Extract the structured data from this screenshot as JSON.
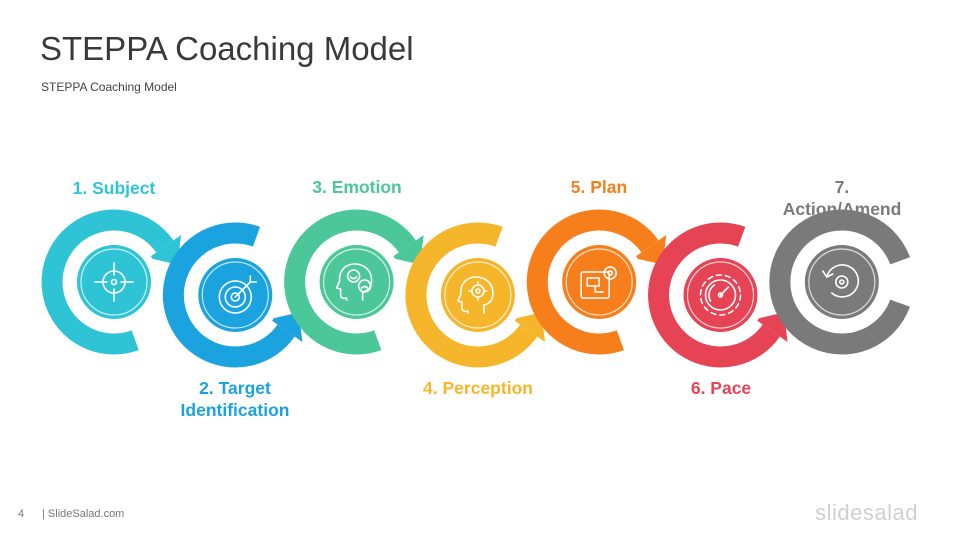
{
  "slide": {
    "title": "STEPPA Coaching Model",
    "subtitle": "STEPPA Coaching Model",
    "page_number": "4",
    "source": "| SlideSalad.com",
    "brand": "slidesalad"
  },
  "steps": [
    {
      "label": "1. Subject",
      "color": "#2ec4d6",
      "icon": "crosshair-icon"
    },
    {
      "label": "2. Target\nIdentification",
      "color": "#1ba3e0",
      "icon": "target-arrow-icon"
    },
    {
      "label": "3. Emotion",
      "color": "#4cc79a",
      "icon": "emotion-head-icon"
    },
    {
      "label": "4. Perception",
      "color": "#f6b62b",
      "icon": "head-gear-icon"
    },
    {
      "label": "5. Plan",
      "color": "#f77f1b",
      "icon": "blueprint-plan-icon"
    },
    {
      "label": "6. Pace",
      "color": "#e64355",
      "icon": "gauge-gear-icon"
    },
    {
      "label": "7. Action/Amend",
      "color": "#7a7a7a",
      "icon": "cycle-gear-icon"
    }
  ]
}
